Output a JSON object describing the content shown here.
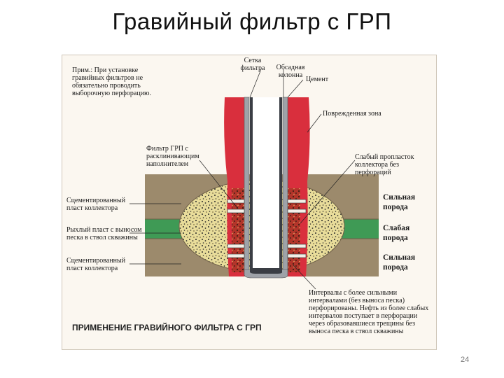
{
  "slide": {
    "title": "Гравийный фильтр с ГРП",
    "page_number": "24"
  },
  "figure": {
    "caption": "ПРИМЕНЕНИЕ ГРАВИЙНОГО ФИЛЬТРА С ГРП",
    "labels": {
      "note": "Прим.: При установке гравийных фильтров не обязательно проводить выборочную перфорацию.",
      "screen": "Сетка фильтра",
      "casing": "Обсадная колонна",
      "cement": "Цемент",
      "damaged_zone": "Поврежденная зона",
      "frac_filter": "Фильтр ГРП с расклинивающим наполнителем",
      "weak_layer": "Слабый пропласток коллектора без перфораций",
      "cemented_top": "Сцементированный пласт коллектора",
      "loose_layer": "Рыхлый пласт с выносом песка в ствол скважины",
      "cemented_bottom": "Сцементированный пласт коллектора",
      "strong_top": "Сильная порода",
      "weak_rock": "Слабая порода",
      "strong_bottom": "Сильная порода",
      "intervals": "Интервалы с более сильными интервалами (без выноса песка) перфорированы. Нефть из более слабых интервалов поступает в перфорации через образовавшиеся трещины без выноса песка в ствол скважины"
    },
    "colors": {
      "strong_rock": "#9c8a6c",
      "weak_rock": "#3f9a55",
      "damaged_zone": "#d92f3d",
      "gravel": "#e8dc9a",
      "casing": "#9ea2a8"
    }
  }
}
